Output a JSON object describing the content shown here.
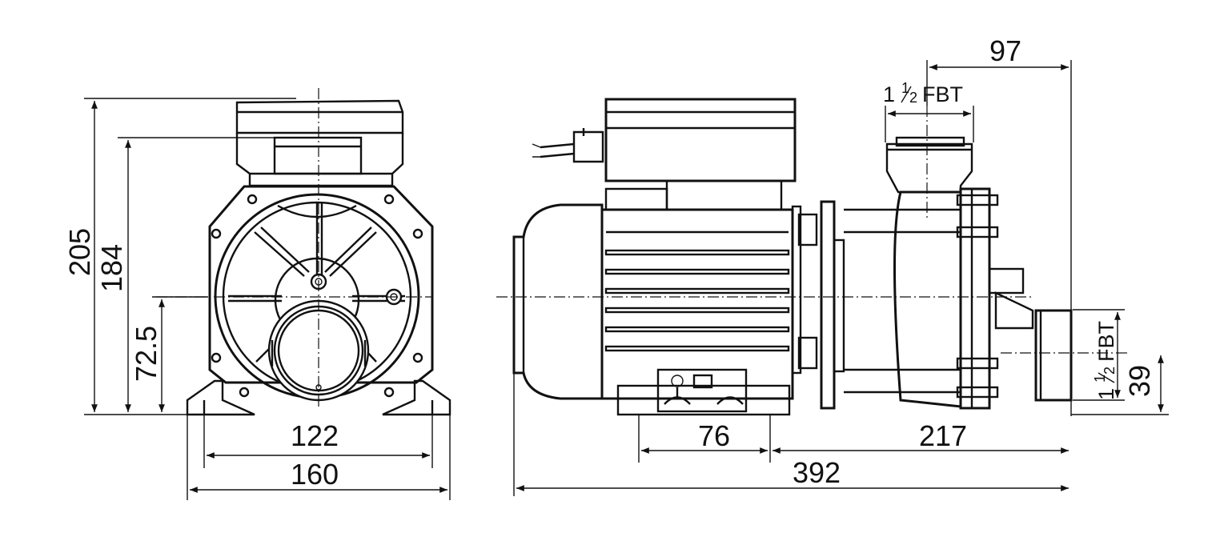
{
  "dimensions": {
    "front_height_total": "205",
    "front_height_box": "184",
    "front_axis_height": "72.5",
    "front_foot_inner": "122",
    "front_foot_outer": "160",
    "side_base_76": "76",
    "side_217": "217",
    "side_total_length": "392",
    "side_top_97": "97",
    "side_outlet_39": "39"
  },
  "ports": {
    "top_port": {
      "prefix": "1",
      "num": "1",
      "den": "2",
      "suffix": "FBT"
    },
    "side_port": {
      "prefix": "1",
      "num": "1",
      "den": "2",
      "suffix": "FBT"
    }
  }
}
